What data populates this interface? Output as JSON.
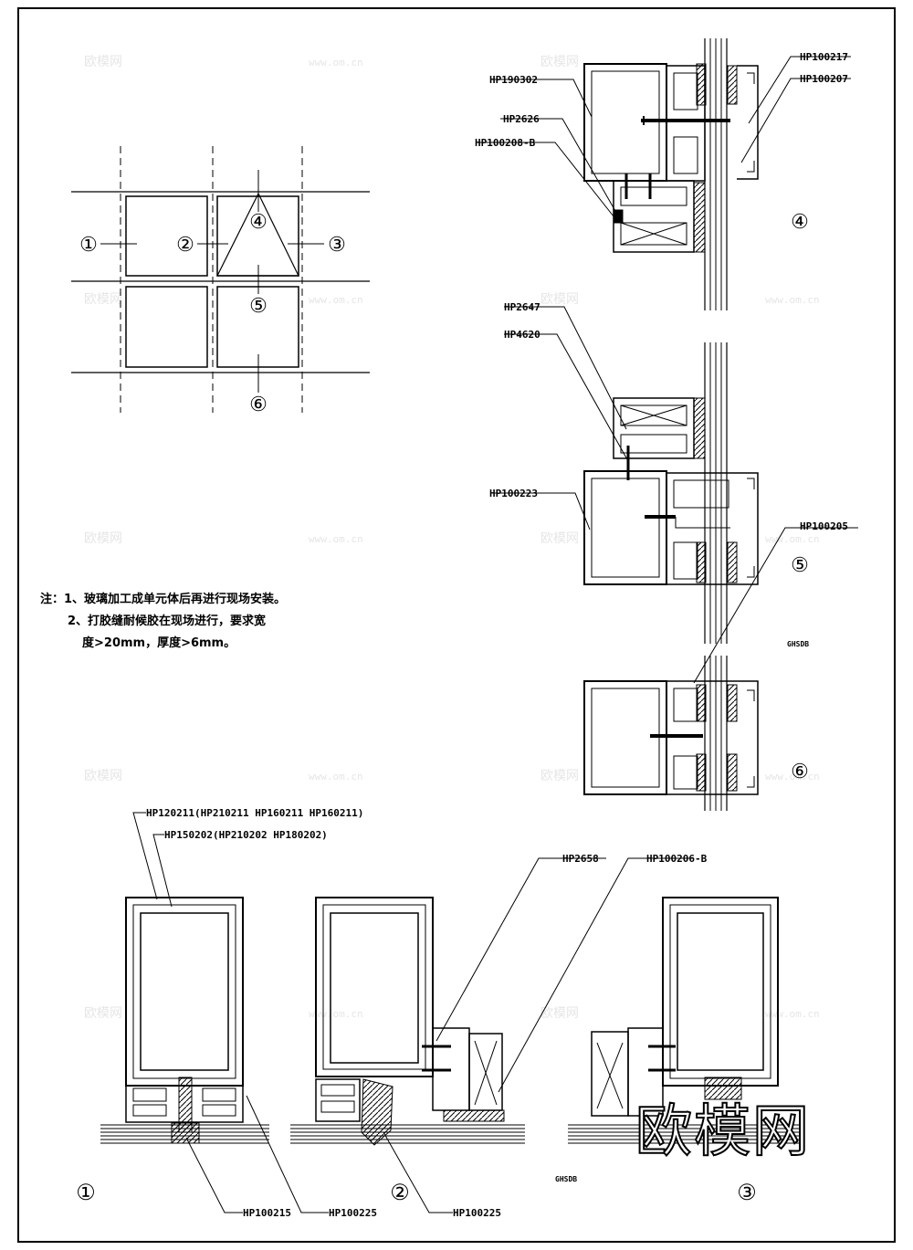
{
  "drawing": {
    "labels": {
      "p4_l1": "HP190302",
      "p4_l2": "HP2626",
      "p4_l3": "HP100208-B",
      "p4_r1": "HP100217",
      "p4_r2": "HP100207",
      "p5_l1": "HP2647",
      "p5_l2": "HP4620",
      "p5_l3": "HP100223",
      "p5_r1": "HP100205",
      "b1_top1": "HP120211(HP210211 HP160211 HP160211)",
      "b1_top2": "HP150202(HP210202 HP180202)",
      "b2_top1": "HP2658",
      "b2_top2": "HP100206-B",
      "b1_bot1": "HP100215",
      "b1_bot2": "HP100225",
      "b2_bot1": "HP100225",
      "stamp1": "GHSDB",
      "stamp2": "GHSDB"
    },
    "markers": {
      "m1": "①",
      "m2": "②",
      "m3": "③",
      "m4": "④",
      "m5": "⑤",
      "m6": "⑥",
      "s4": "④",
      "s5": "⑤",
      "s6": "⑥",
      "b1": "①",
      "b2": "②",
      "b3": "③"
    },
    "notes": [
      "注：1、玻璃加工成单元体后再进行现场安装。",
      "2、打胶缝耐候胶在现场进行，要求宽",
      "度>20mm，厚度>6mm。"
    ],
    "watermark": {
      "brand": "欧模网",
      "url": "www.om.cn"
    }
  }
}
